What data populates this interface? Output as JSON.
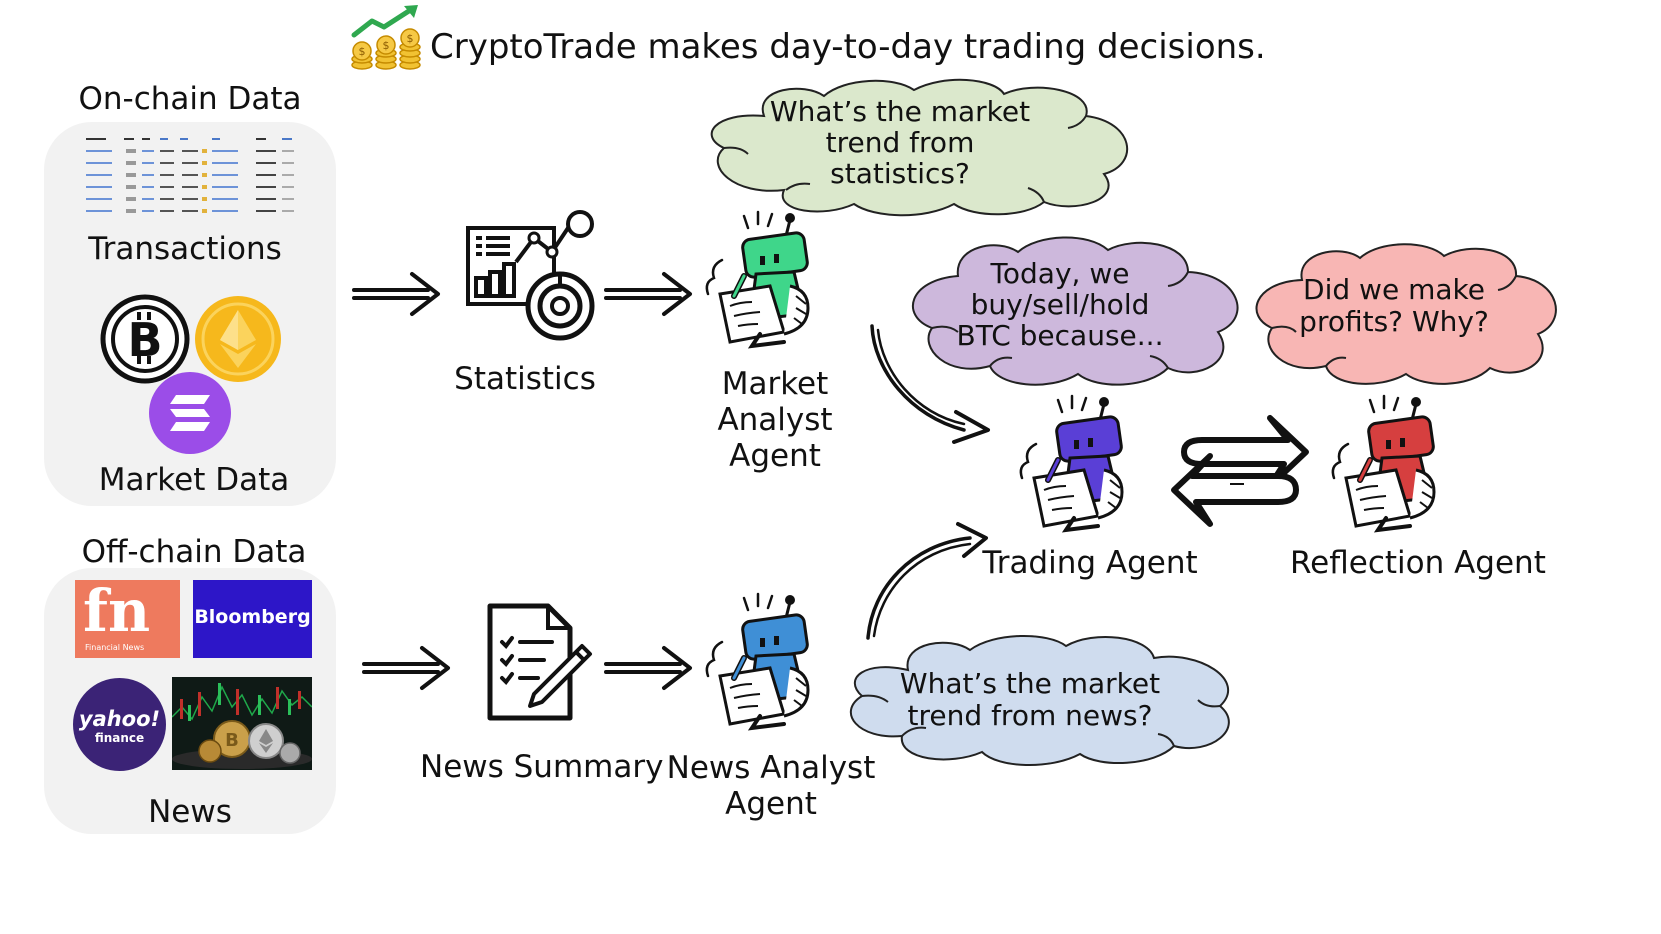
{
  "title": "CryptoTrade makes day-to-day trading decisions.",
  "onchain": {
    "heading": "On-chain Data",
    "transactions_label": "Transactions",
    "market_label": "Market Data"
  },
  "offchain": {
    "heading": "Off-chain Data",
    "news_label": "News",
    "fn_logo": "fn",
    "fn_caption": "Financial News",
    "bloomberg": "Bloomberg",
    "yahoo": "yahoo!",
    "yahoo_sub": "finance"
  },
  "nodes": {
    "statistics": "Statistics",
    "market_analyst": "Market Analyst\nAgent",
    "news_summary": "News Summary",
    "news_analyst": "News Analyst\nAgent",
    "trading_agent": "Trading Agent",
    "reflection_agent": "Reflection Agent"
  },
  "bubbles": {
    "market_question": "What’s the market\ntrend from\nstatistics?",
    "trading_thought": "Today, we\nbuy/sell/hold\nBTC because...",
    "reflection_question": "Did we make\nprofits? Why?",
    "news_question": "What’s the market\ntrend from news?"
  },
  "colors": {
    "bubble_green": "#dbe8cc",
    "bubble_purple": "#cdb8dc",
    "bubble_red": "#f8b6b4",
    "bubble_blue": "#cfdcee",
    "robot_green": "#3fd68a",
    "robot_purple": "#5a3fd6",
    "robot_blue": "#3f8fd6",
    "robot_red": "#d63f3f",
    "bitcoin": "#111111",
    "ethereum": "#f6b81c",
    "solana": "#9b4de8",
    "fn_bg": "#ee7a5e",
    "bloomberg_bg": "#2d16c8",
    "yahoo_bg": "#3b2376"
  }
}
